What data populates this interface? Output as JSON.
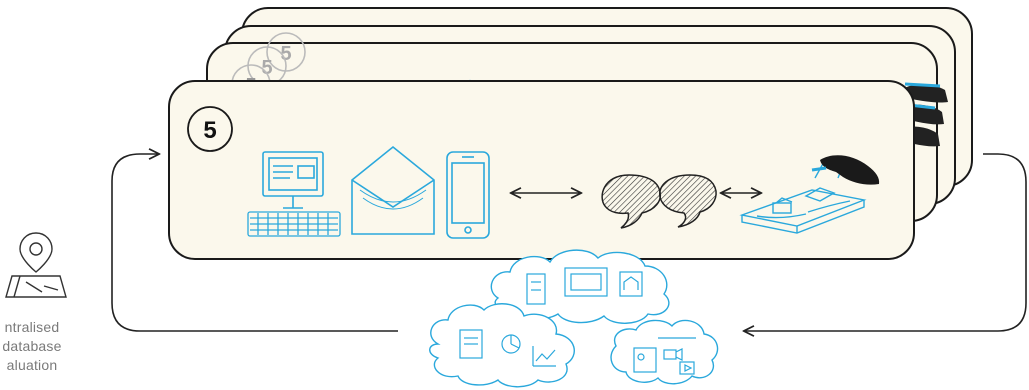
{
  "step_badges": [
    "5",
    "5",
    "5",
    "5"
  ],
  "side_labels": [
    "ntralised",
    "database",
    "aluation"
  ],
  "icons": {
    "location": "map-pin-icon",
    "desktop": "desktop-computer-icon",
    "keyboard": "keyboard-icon",
    "mail": "envelope-icon",
    "phone": "smartphone-icon",
    "speech": "speech-bubbles-icon",
    "model": "physical-model-icon",
    "hand": "hand-icon",
    "cloud": "cloud-icon"
  },
  "colors": {
    "panel_fill": "#fbf8ec",
    "panel_stroke": "#1a1a1a",
    "icon_blue": "#2aa8dc",
    "label_grey": "#7a7a7a"
  }
}
